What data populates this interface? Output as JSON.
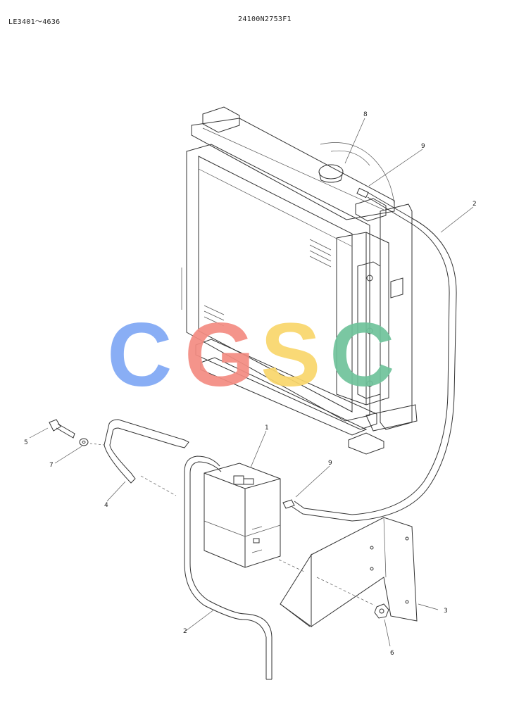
{
  "header": {
    "serial_range": "LE3401～4636",
    "drawing_number": "24100N2753F1"
  },
  "callouts": [
    "8",
    "9",
    "2",
    "1",
    "9",
    "5",
    "7",
    "4",
    "2",
    "3",
    "6"
  ],
  "watermark": {
    "letters": [
      "C",
      "G",
      "S",
      "C"
    ],
    "colors": [
      "#7fa8f5",
      "#f48c82",
      "#f9d66b",
      "#6fc39b"
    ]
  }
}
